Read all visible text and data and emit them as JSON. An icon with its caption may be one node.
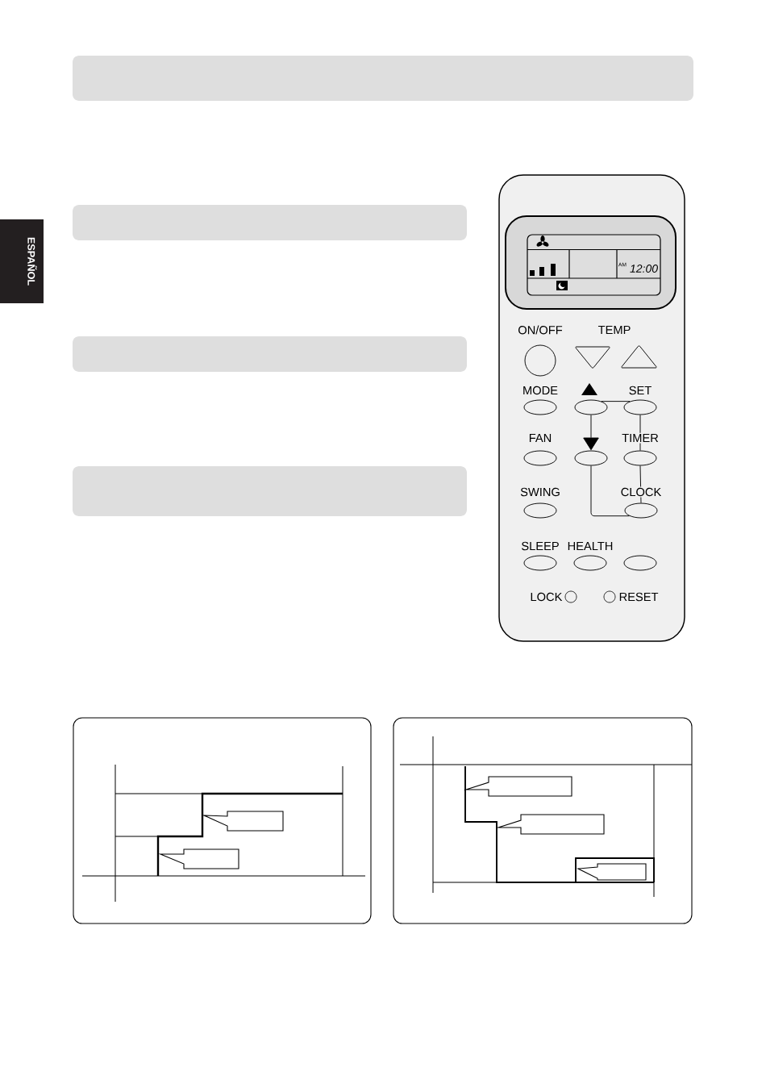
{
  "diagram": {
    "nodes": [
      {
        "text": [],
        "shape": "box"
      },
      {
        "text": [
          "ESPAÑOL"
        ]
      },
      {
        "text": [],
        "shape": "box"
      },
      {
        "text": [],
        "shape": "box"
      },
      {
        "text": [],
        "shape": "box"
      },
      {
        "text": [],
        "shape": "box"
      },
      {
        "text": [
          "AM",
          "12:00"
        ],
        "in": 5
      },
      {
        "text": [
          "ON/OFF"
        ],
        "in": 5
      },
      {
        "text": [],
        "shape": "triangle",
        "in": 5
      },
      {
        "text": [],
        "shape": "triangle",
        "in": 5
      },
      {
        "text": [
          "MODE"
        ],
        "in": 5
      },
      {
        "text": [],
        "shape": "ellipse",
        "in": 5
      },
      {
        "text": [
          "SET"
        ],
        "in": 5
      },
      {
        "text": [
          "FAN"
        ],
        "in": 5
      },
      {
        "text": [],
        "shape": "ellipse",
        "in": 5
      },
      {
        "text": [
          "TIMER"
        ],
        "in": 5
      },
      {
        "text": [
          "SWING"
        ],
        "in": 5
      },
      {
        "text": [
          "CLOCK"
        ],
        "in": 5
      },
      {
        "text": [
          "SLEEP"
        ],
        "in": 5
      },
      {
        "text": [
          "HEALTH"
        ],
        "in": 5
      },
      {
        "text": [],
        "shape": "ellipse",
        "in": 5
      },
      {
        "text": [
          "LOCK"
        ],
        "in": 5
      },
      {
        "text": [
          "RESET"
        ],
        "in": 5
      },
      {
        "text": [],
        "shape": "callout"
      },
      {
        "text": [],
        "shape": "callout"
      },
      {
        "text": [],
        "shape": "callout"
      },
      {
        "text": [],
        "shape": "callout"
      },
      {
        "text": [],
        "shape": "callout"
      }
    ],
    "edges": [
      {
        "from": 11,
        "to": 12,
        "arrow": "none"
      },
      {
        "from": 11,
        "to": 14,
        "arrow": "to"
      },
      {
        "from": 12,
        "to": 15,
        "arrow": "none"
      },
      {
        "from": 14,
        "to": 17,
        "arrow": "none"
      },
      {
        "from": 15,
        "to": 17,
        "arrow": "none"
      }
    ],
    "labels": [
      "TEMP"
    ]
  }
}
